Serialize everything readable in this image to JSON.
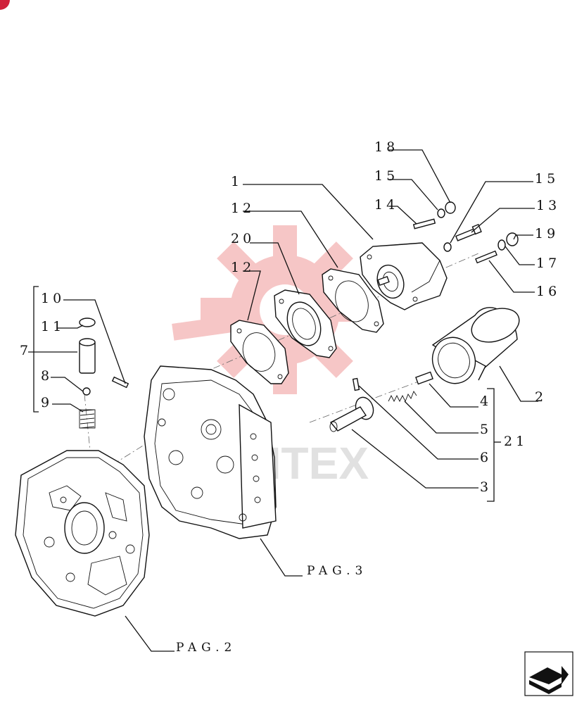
{
  "callouts": {
    "c1": "1",
    "c2": "2",
    "c3": "3",
    "c4": "4",
    "c5": "5",
    "c6": "6",
    "c7": "7",
    "c8": "8",
    "c9": "9",
    "c10": "10",
    "c11": "11",
    "c12a": "12",
    "c12b": "12",
    "c13": "13",
    "c14": "14",
    "c15a": "15",
    "c15b": "15",
    "c16": "16",
    "c17": "17",
    "c18": "18",
    "c19": "19",
    "c20": "20",
    "c21": "21"
  },
  "references": {
    "pag3": "PAG.3",
    "pag2": "PAG.2"
  },
  "watermark": {
    "text": "MHTEX",
    "color": "#f0a0a0"
  },
  "nav": {
    "icon": "next-page-arrow-icon"
  },
  "colors": {
    "line": "#111111",
    "watermark_logo": "#f4b4b4",
    "corner_badge": "#d0213a"
  }
}
